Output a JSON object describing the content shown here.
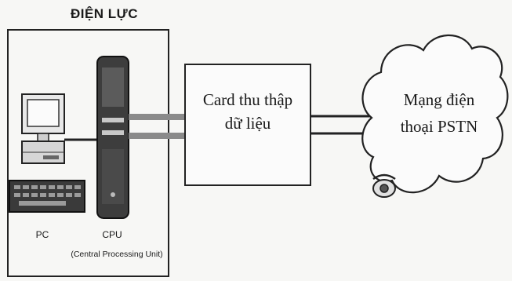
{
  "title": "ĐIỆN LỰC",
  "pc_label": "PC",
  "cpu_label": "CPU",
  "cpu_full_label": "(Central Processing Unit)",
  "card": {
    "line1": "Card thu thập",
    "line2": "dữ liệu"
  },
  "network": {
    "line1": "Mạng điện",
    "line2": "thoại PSTN"
  }
}
